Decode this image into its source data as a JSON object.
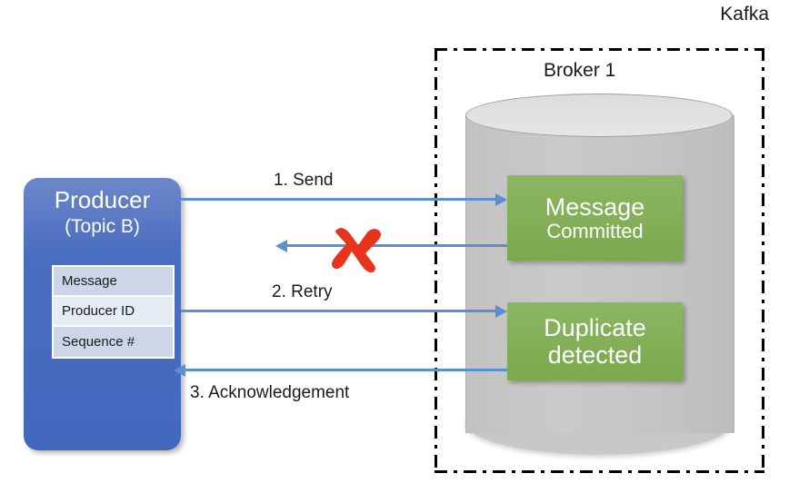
{
  "diagram": {
    "kafka_label": "Kafka",
    "broker_label": "Broker 1",
    "producer": {
      "title": "Producer",
      "subtitle": "(Topic B)",
      "rows": [
        "Message",
        "Producer ID",
        "Sequence #"
      ]
    },
    "states": [
      {
        "line1": "Message",
        "line2": "Committed"
      },
      {
        "line1": "Duplicate",
        "line2": "detected"
      }
    ],
    "steps": [
      {
        "label": "1. Send"
      },
      {
        "label": "2. Retry"
      },
      {
        "label": "3. Acknowledgement"
      }
    ],
    "failure_marker": "red-x-cross",
    "colors": {
      "producer_blue": "#4268be",
      "state_green": "#7ba94f",
      "cylinder_gray": "#c6c6c6",
      "arrow_blue": "#5b8fd0",
      "failure_red": "#e8341c"
    }
  }
}
